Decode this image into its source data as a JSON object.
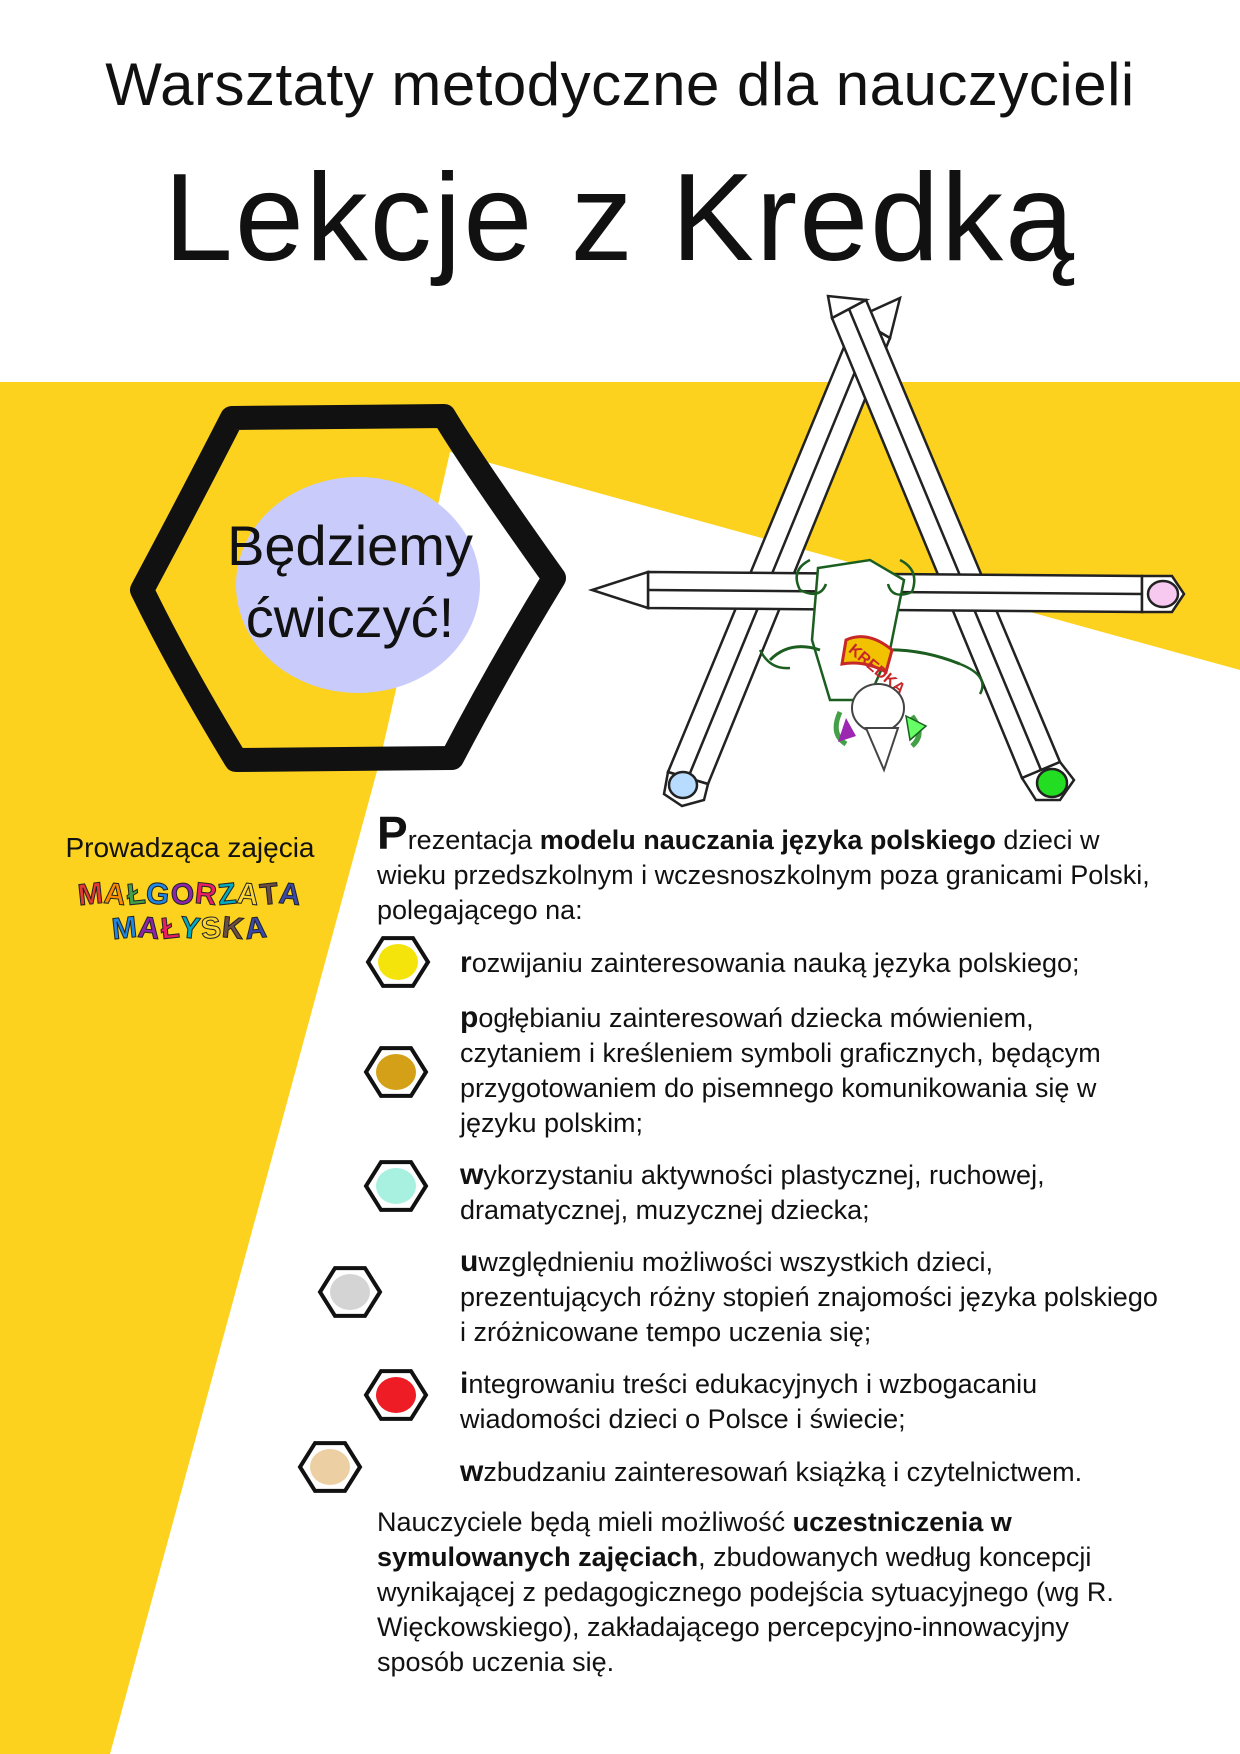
{
  "header": {
    "subtitle": "Warsztaty metodyczne dla nauczycieli",
    "title": "Lekcje z Kredką"
  },
  "badge": {
    "line1": "Będziemy",
    "line2": "ćwiczyć!"
  },
  "leader": {
    "label": "Prowadząca zajęcia",
    "name_line1": "MAŁGORZATA",
    "name_line2": "MAŁYSKA"
  },
  "illustration": {
    "pencil_label": "KREDKA"
  },
  "intro": {
    "initial": "P",
    "text1": "rezentacja ",
    "bold": "modelu nauczania języka polskiego",
    "text2": " dzieci w wieku przedszkolnym i wczesnoszkolnym poza granicami Polski, polegającego na:"
  },
  "items": [
    {
      "first": "r",
      "rest": "ozwijaniu zainteresowania nauką języka polskiego;",
      "color": "#f5e40c"
    },
    {
      "first": "p",
      "rest": "ogłębianiu zainteresowań dziecka mówieniem, czytaniem i kreśleniem symboli graficznych, będącym przygotowaniem do pisemnego komunikowania się w języku polskim;",
      "color": "#d4a017"
    },
    {
      "first": "w",
      "rest": "ykorzystaniu aktywności plastycznej, ruchowej, dramatycznej, muzycznej dziecka;",
      "color": "#a8f0e0"
    },
    {
      "first": "u",
      "rest": "względnieniu możliwości wszystkich dzieci, prezentujących różny stopień znajomości języka polskiego i zróżnicowane tempo uczenia się;",
      "color": "#d4d4d4"
    },
    {
      "first": "i",
      "rest": "ntegrowaniu treści edukacyjnych i wzbogacaniu wiadomości dzieci o Polsce i świecie;",
      "color": "#ee1c25"
    },
    {
      "first": "w",
      "rest": "zbudzaniu zainteresowań książką i czytelnictwem.",
      "color": "#ecd0a4"
    }
  ],
  "outro": {
    "text1": "Nauczyciele będą mieli możliwość ",
    "bold": "uczestniczenia w symulowanych zajęciach",
    "text2": ", zbudowanych według koncepcji wynikającej z pedagogicznego podejścia sytuacyjnego (wg R. Więckowskiego), zakładającego percepcyjno-innowacyjny sposób uczenia się."
  },
  "colors": {
    "yellow": "#fcd21f",
    "badge_blob": "#c9ccfb",
    "pencil_tip_blue": "#b8dcff",
    "pencil_tip_green": "#22dd22",
    "pencil_tip_pink": "#f7c8f0"
  }
}
